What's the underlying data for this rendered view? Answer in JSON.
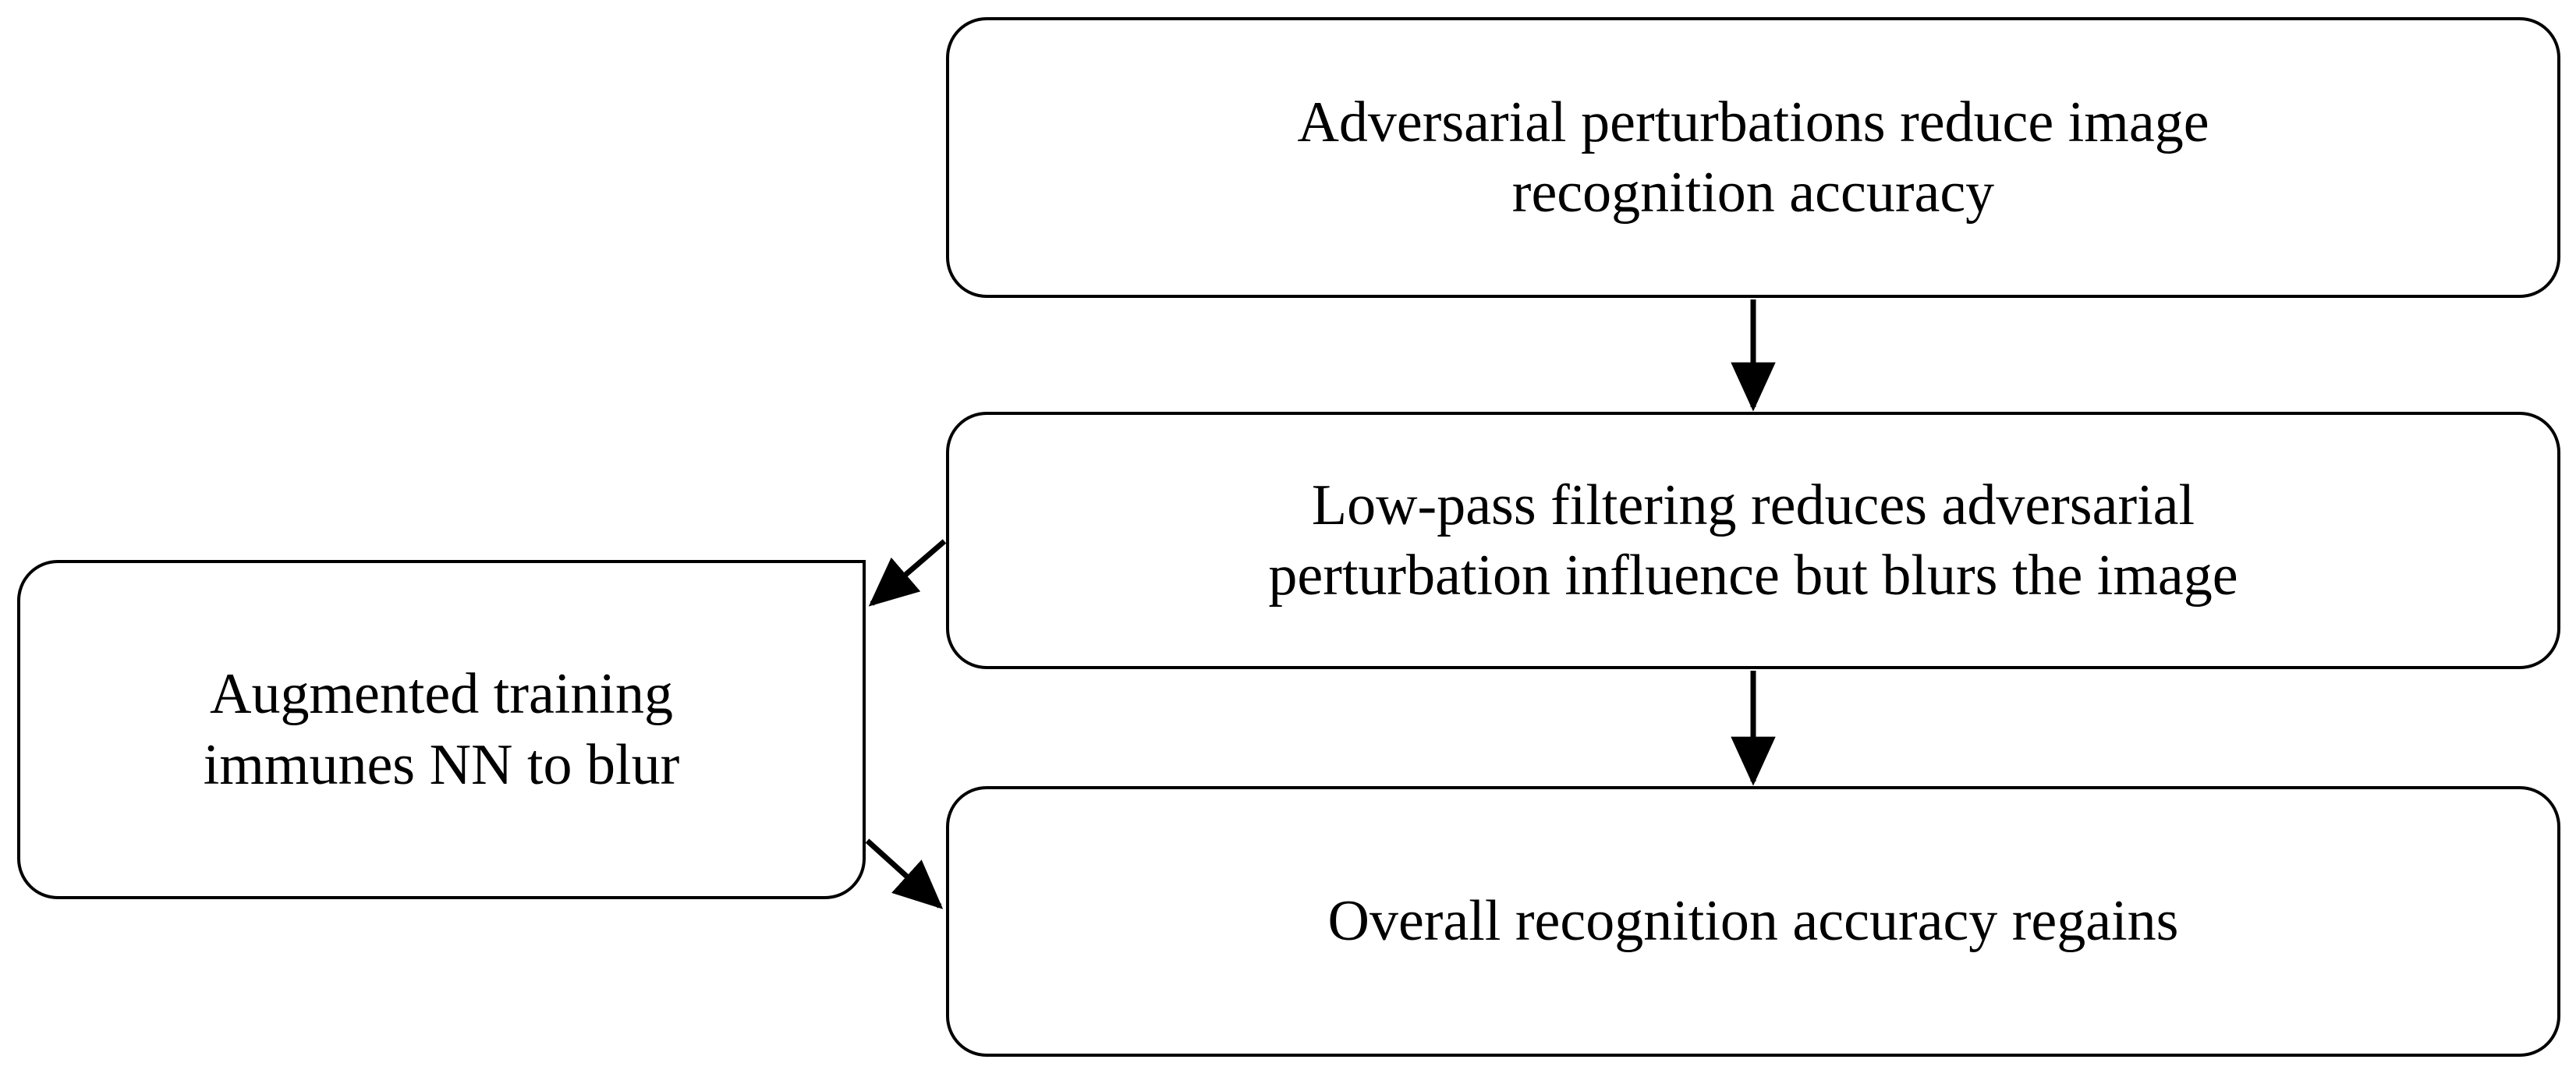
{
  "diagram": {
    "type": "flowchart",
    "background_color": "#ffffff",
    "stroke_color": "#000000",
    "text_color": "#000000",
    "nodes": [
      {
        "id": "adversarial",
        "label": "Adversarial perturbations reduce image\nrecognition accuracy",
        "shape": "rounded-rectangle"
      },
      {
        "id": "lowpass",
        "label": "Low-pass filtering reduces adversarial\nperturbation influence but blurs the image",
        "shape": "rounded-rectangle"
      },
      {
        "id": "augmented",
        "label": "Augmented training\nimmunes NN to blur",
        "shape": "rounded-rectangle"
      },
      {
        "id": "overall",
        "label": "Overall recognition accuracy regains",
        "shape": "rounded-rectangle"
      }
    ],
    "edges": [
      {
        "id": "adversarial-to-lowpass",
        "from": "adversarial",
        "to": "lowpass",
        "style": "solid-arrow",
        "direction": "down"
      },
      {
        "id": "lowpass-to-augmented",
        "from": "lowpass",
        "to": "augmented",
        "style": "solid-arrow",
        "direction": "down-left"
      },
      {
        "id": "lowpass-to-overall",
        "from": "lowpass",
        "to": "overall",
        "style": "solid-arrow",
        "direction": "down"
      },
      {
        "id": "augmented-to-overall",
        "from": "augmented",
        "to": "overall",
        "style": "solid-arrow",
        "direction": "down-right"
      }
    ]
  }
}
